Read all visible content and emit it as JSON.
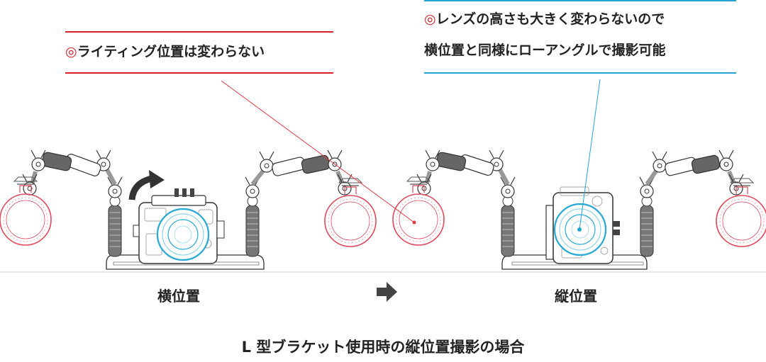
{
  "callouts": {
    "lighting": {
      "mark": "◎",
      "text": "ライティング位置は変わらない",
      "color": "#d9222a"
    },
    "lens": {
      "mark": "◎",
      "line1": "レンズの高さも大きく変わらないので",
      "line2": "横位置と同様にローアングルで撮影可能",
      "color": "#23a6d5"
    }
  },
  "labels": {
    "horizontal": "横位置",
    "vertical": "縦位置"
  },
  "caption": "L 型ブラケット使用時の縦位置撮影の場合",
  "icons": {
    "rotate": "curved-arrow-icon",
    "next": "right-arrow-icon"
  }
}
